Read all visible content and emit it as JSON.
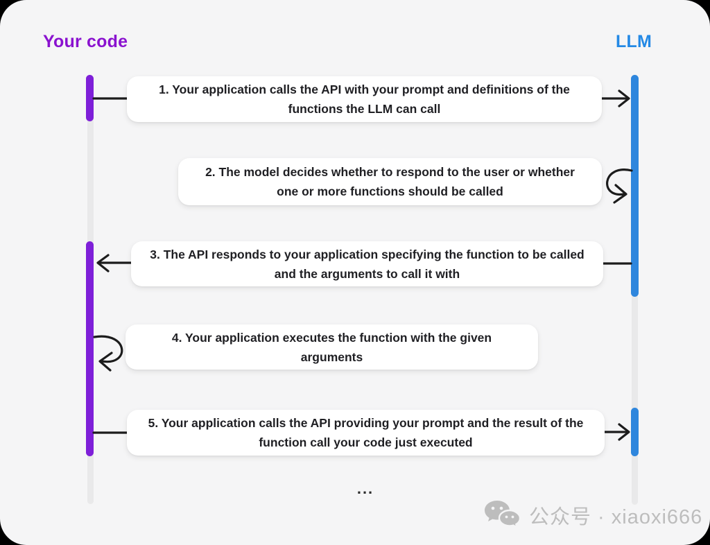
{
  "canvas": {
    "background": "#000000",
    "surface": "#f5f5f6"
  },
  "actors": {
    "left": {
      "label": "Your code",
      "label_color": "#8a12cf",
      "bar_color": "#7e1fd8"
    },
    "right": {
      "label": "LLM",
      "label_color": "#2489e5",
      "bar_color": "#2e86dd"
    }
  },
  "steps": [
    {
      "num": "1",
      "from": "your-code",
      "to": "llm",
      "text": "1. Your application calls the API with your prompt and definitions of the functions the LLM can call"
    },
    {
      "num": "2",
      "from": "llm",
      "to": "llm",
      "text": "2. The model decides whether to respond to the user or whether one or more functions should be called"
    },
    {
      "num": "3",
      "from": "llm",
      "to": "your-code",
      "text": "3. The API responds to your application specifying the function to be called and the arguments to call it with"
    },
    {
      "num": "4",
      "from": "your-code",
      "to": "your-code",
      "text": "4. Your application executes the function with the given  arguments"
    },
    {
      "num": "5",
      "from": "your-code",
      "to": "llm",
      "text": "5. Your application calls the API providing your prompt and the result of the function call your code just executed"
    }
  ],
  "ellipsis": "...",
  "arrow_color": "#1c1c1c",
  "lifeline_track_color": "#e9e9ea",
  "watermark": {
    "icon": "wechat-icon",
    "text": "公众号 · xiaoxi666",
    "color": "#bdbdbd"
  }
}
